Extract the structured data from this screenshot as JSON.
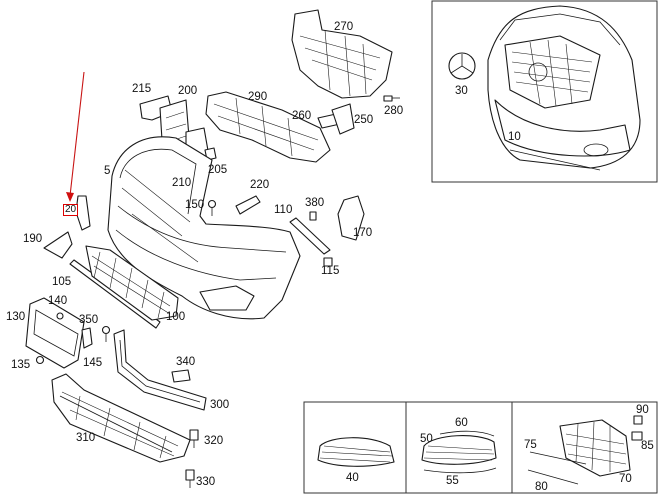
{
  "diagram": {
    "accent_color": "#d01010",
    "highlighted_part": "20",
    "labels": {
      "p5": "5",
      "p10": "10",
      "p20": "20",
      "p30": "30",
      "p40": "40",
      "p50": "50",
      "p55": "55",
      "p60": "60",
      "p70": "70",
      "p75": "75",
      "p80": "80",
      "p85": "85",
      "p90": "90",
      "p100": "100",
      "p105": "105",
      "p110": "110",
      "p115": "115",
      "p130": "130",
      "p135": "135",
      "p140": "140",
      "p145": "145",
      "p150": "150",
      "p170": "170",
      "p190": "190",
      "p200": "200",
      "p205": "205",
      "p210": "210",
      "p215": "215",
      "p220": "220",
      "p250": "250",
      "p260": "260",
      "p270": "270",
      "p280": "280",
      "p290": "290",
      "p300": "300",
      "p310": "310",
      "p320": "320",
      "p330": "330",
      "p340": "340",
      "p350": "350",
      "p380": "380"
    }
  }
}
